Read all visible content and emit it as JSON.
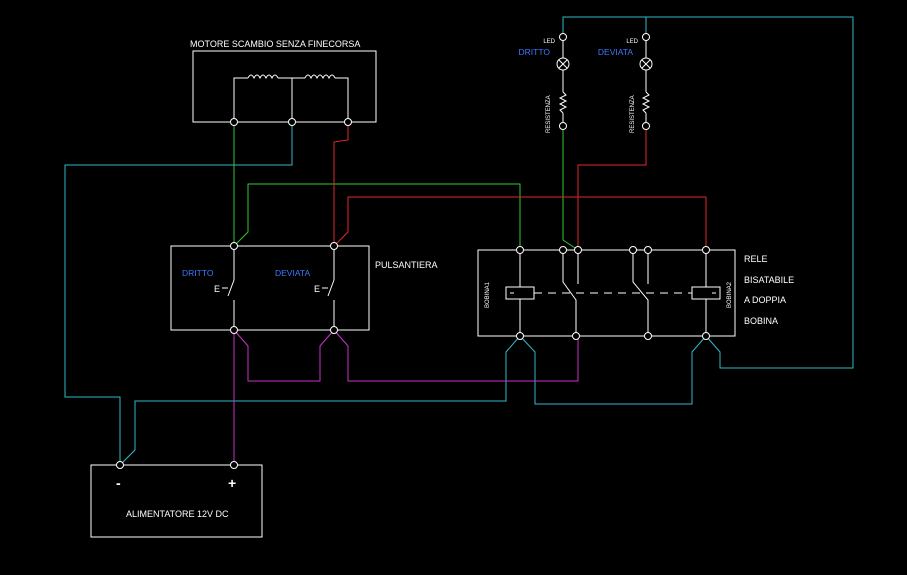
{
  "motor": {
    "title": "MOTORE SCAMBIO SENZA FINECORSA"
  },
  "leds": {
    "led1_top": "LED",
    "led1_name": "DRITTO",
    "led2_top": "LED",
    "led2_name": "DEVIATA",
    "res1": "RESISTENZA",
    "res2": "RESISTENZA"
  },
  "pushbuttons": {
    "title": "PULSANTIERA",
    "btn1": "DRITTO",
    "btn2": "DEVIATA",
    "btn1_mark": "E",
    "btn2_mark": "E"
  },
  "relay": {
    "line1": "RELE",
    "line2": "BISATABILE",
    "line3": "A DOPPIA",
    "line4": "BOBINA",
    "coil1": "BOBINA1",
    "coil2": "BOBINA2"
  },
  "psu": {
    "title": "ALIMENTATORE 12V DC",
    "minus": "-",
    "plus": "+"
  },
  "colors": {
    "background": "#000000",
    "outline": "#ffffff",
    "cyan": "#2fb8c8",
    "green": "#32c832",
    "red": "#e02828",
    "magenta": "#c832c8",
    "blue_text": "#3c78ff"
  }
}
